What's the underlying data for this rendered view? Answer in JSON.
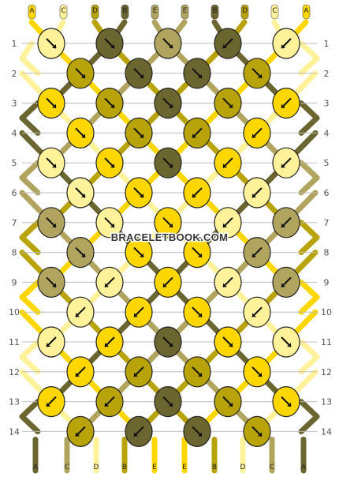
{
  "site": {
    "watermark": "BRACELETBOOK.COM"
  },
  "colors": {
    "A": "#ffd700",
    "C": "#fff29a",
    "D": "#b8a40a",
    "B": "#6b6530",
    "E": "#b1a45e"
  },
  "columns": [
    "A",
    "C",
    "D",
    "B",
    "E",
    "E",
    "B",
    "D",
    "C",
    "A"
  ],
  "rows": [
    [
      [
        "C",
        "SE"
      ],
      [
        "B",
        "SE"
      ],
      [
        "E",
        "SE"
      ],
      [
        "B",
        "SW"
      ],
      [
        "C",
        "SW"
      ]
    ],
    [
      [
        "D",
        "SE"
      ],
      [
        "B",
        "SE"
      ],
      [
        "B",
        "SE"
      ],
      [
        "D",
        "SE"
      ]
    ],
    [
      [
        "A",
        "SE"
      ],
      [
        "D",
        "SE"
      ],
      [
        "B",
        "SE"
      ],
      [
        "D",
        "SE"
      ],
      [
        "A",
        "SW"
      ]
    ],
    [
      [
        "A",
        "SE"
      ],
      [
        "D",
        "SE"
      ],
      [
        "D",
        "SW"
      ],
      [
        "A",
        "SW"
      ]
    ],
    [
      [
        "C",
        "SE"
      ],
      [
        "A",
        "SE"
      ],
      [
        "B",
        "SE"
      ],
      [
        "A",
        "SW"
      ],
      [
        "C",
        "SW"
      ]
    ],
    [
      [
        "C",
        "SE"
      ],
      [
        "A",
        "SE"
      ],
      [
        "A",
        "SW"
      ],
      [
        "C",
        "SW"
      ]
    ],
    [
      [
        "E",
        "SE"
      ],
      [
        "C",
        "SE"
      ],
      [
        "A",
        "SE"
      ],
      [
        "C",
        "SW"
      ],
      [
        "E",
        "SW"
      ]
    ],
    [
      [
        "E",
        "SE"
      ],
      [
        "A",
        "SE"
      ],
      [
        "A",
        "SE"
      ],
      [
        "E",
        "SW"
      ]
    ],
    [
      [
        "E",
        "SE"
      ],
      [
        "C",
        "SW"
      ],
      [
        "A",
        "SW"
      ],
      [
        "C",
        "SW"
      ],
      [
        "E",
        "SW"
      ]
    ],
    [
      [
        "C",
        "SW"
      ],
      [
        "A",
        "SW"
      ],
      [
        "A",
        "SE"
      ],
      [
        "C",
        "SW"
      ]
    ],
    [
      [
        "C",
        "SW"
      ],
      [
        "A",
        "SW"
      ],
      [
        "B",
        "SE"
      ],
      [
        "A",
        "SE"
      ],
      [
        "C",
        "SE"
      ]
    ],
    [
      [
        "A",
        "SW"
      ],
      [
        "D",
        "SW"
      ],
      [
        "D",
        "SE"
      ],
      [
        "A",
        "SE"
      ]
    ],
    [
      [
        "A",
        "SW"
      ],
      [
        "D",
        "SW"
      ],
      [
        "B",
        "SE"
      ],
      [
        "D",
        "SE"
      ],
      [
        "A",
        "SE"
      ]
    ],
    [
      [
        "D",
        "SW"
      ],
      [
        "B",
        "SW"
      ],
      [
        "B",
        "SE"
      ],
      [
        "D",
        "SE"
      ]
    ]
  ]
}
